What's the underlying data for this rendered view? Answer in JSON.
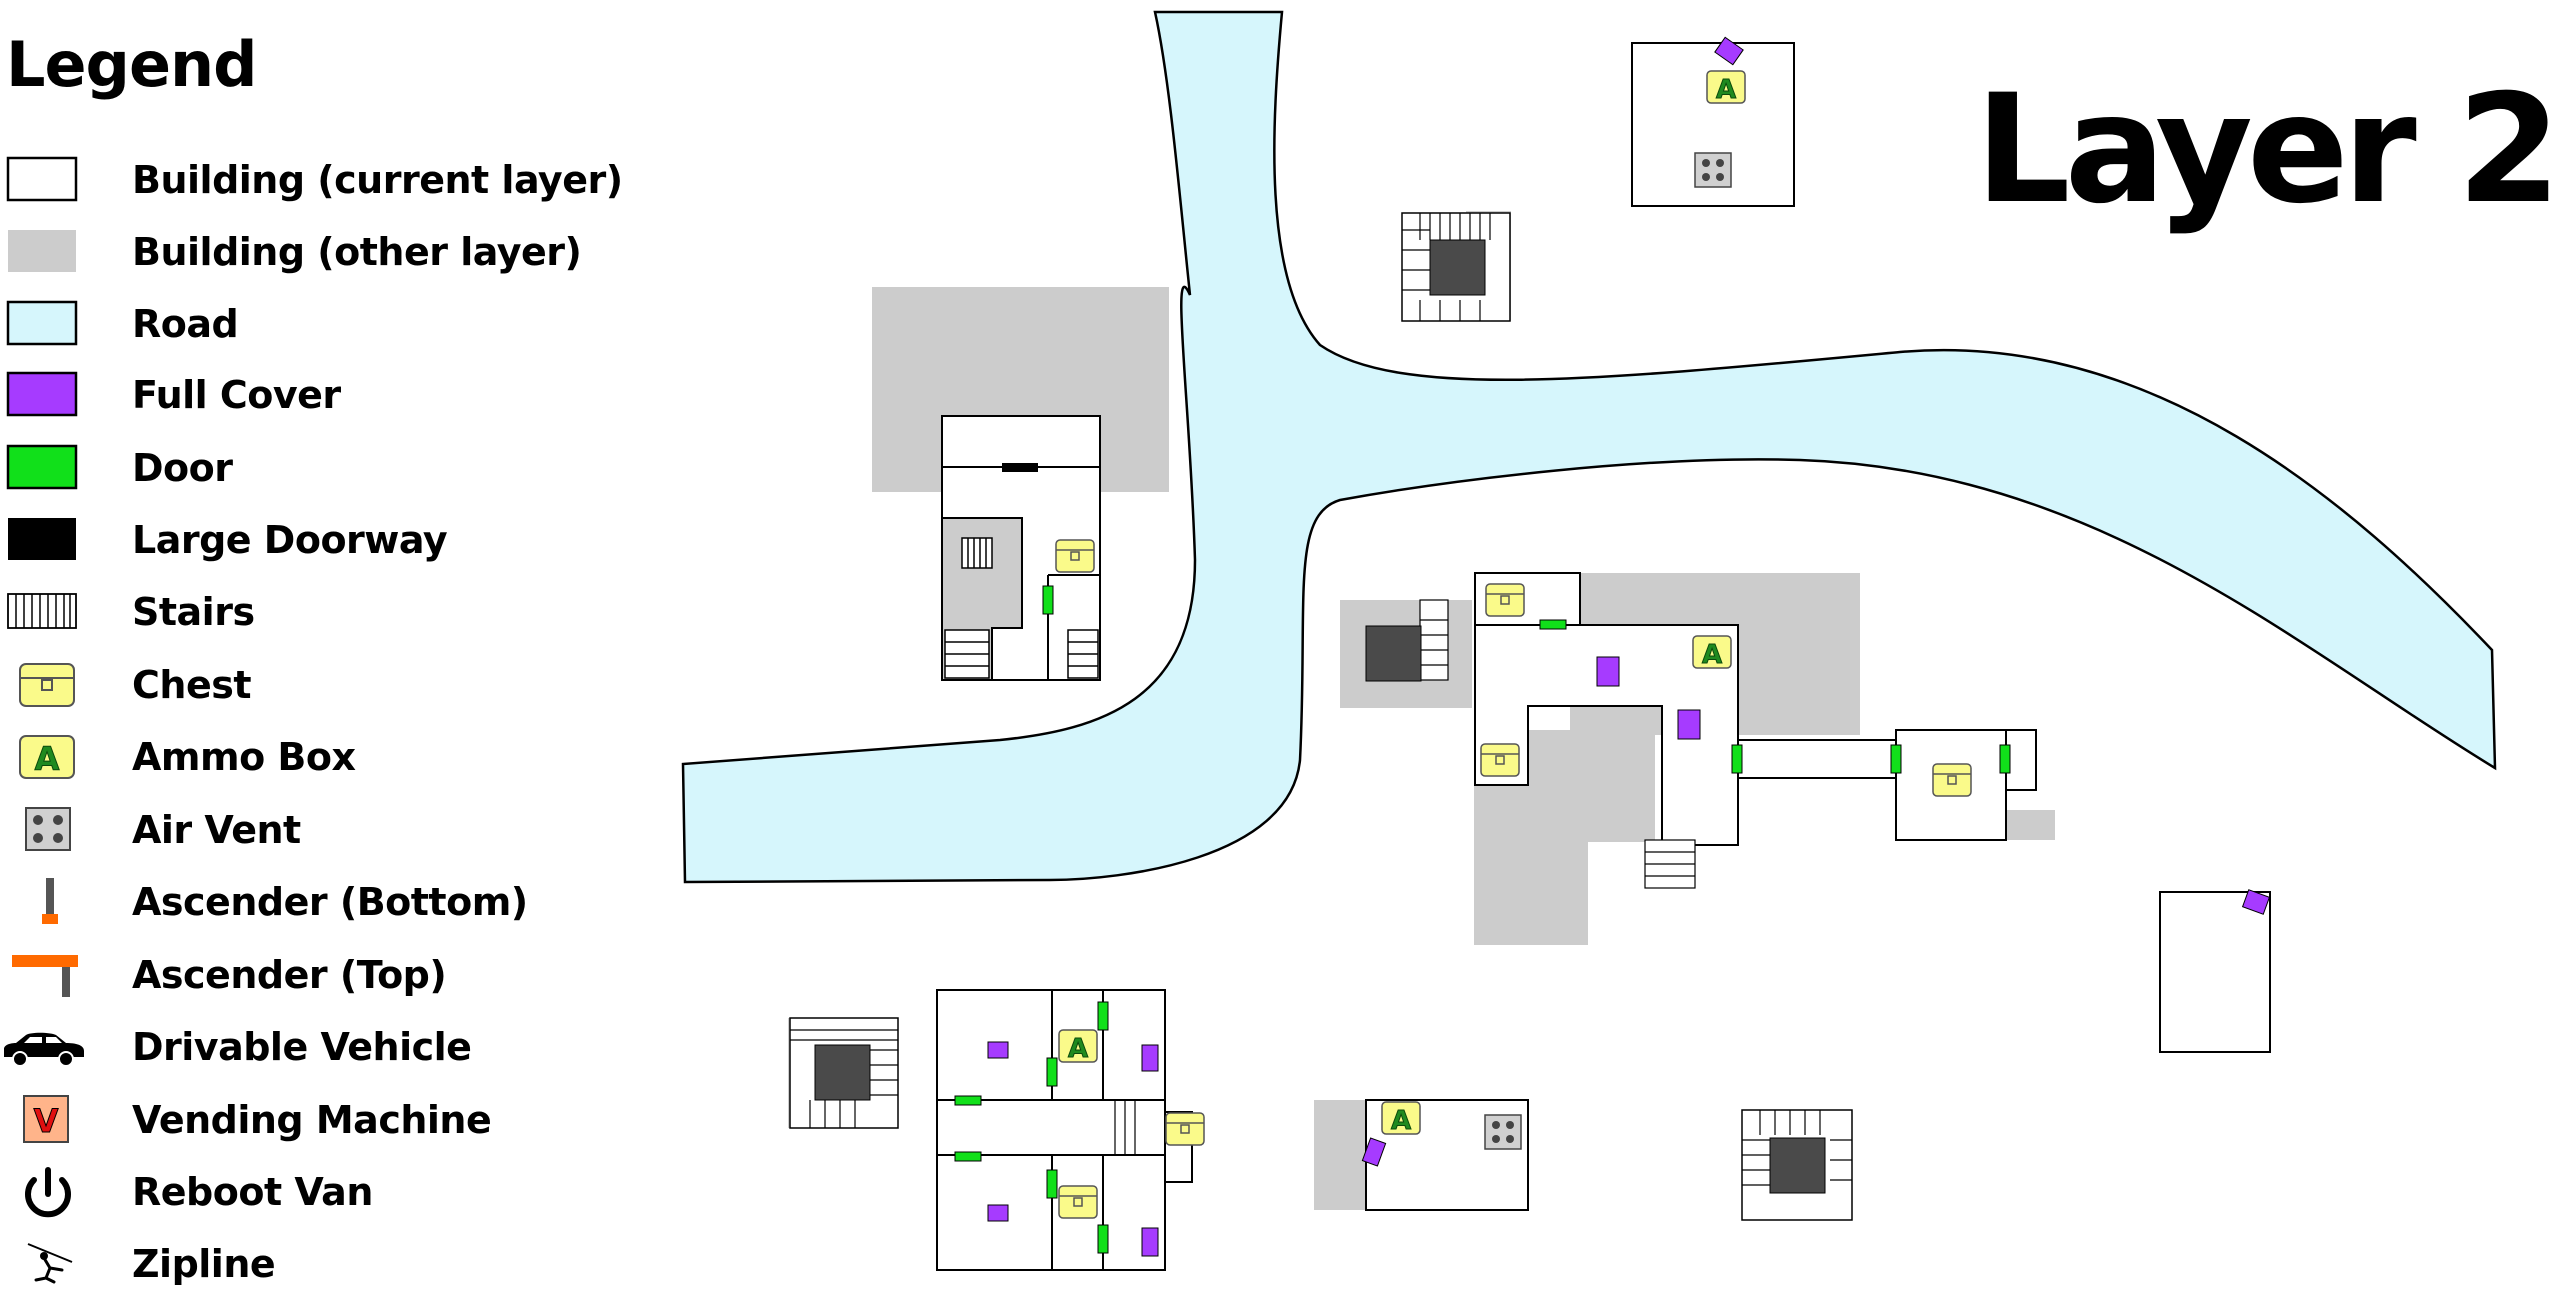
{
  "legend": {
    "title": "Legend",
    "items": [
      {
        "label": "Building (current layer)",
        "icon": "building-current-swatch"
      },
      {
        "label": "Building (other layer)",
        "icon": "building-other-swatch"
      },
      {
        "label": "Road",
        "icon": "road-swatch"
      },
      {
        "label": "Full Cover",
        "icon": "full-cover-swatch"
      },
      {
        "label": "Door",
        "icon": "door-swatch"
      },
      {
        "label": "Large Doorway",
        "icon": "large-doorway-swatch"
      },
      {
        "label": "Stairs",
        "icon": "stairs-icon"
      },
      {
        "label": "Chest",
        "icon": "chest-icon"
      },
      {
        "label": "Ammo Box",
        "icon": "ammo-box-icon"
      },
      {
        "label": "Air Vent",
        "icon": "air-vent-icon"
      },
      {
        "label": "Ascender (Bottom)",
        "icon": "ascender-bottom-icon"
      },
      {
        "label": "Ascender (Top)",
        "icon": "ascender-top-icon"
      },
      {
        "label": "Drivable Vehicle",
        "icon": "car-icon"
      },
      {
        "label": "Vending Machine",
        "icon": "vending-machine-icon"
      },
      {
        "label": "Reboot Van",
        "icon": "power-icon"
      },
      {
        "label": "Zipline",
        "icon": "zipline-icon"
      }
    ]
  },
  "layer_title": "Layer 2",
  "ammo_letter": "A",
  "vending_letter": "V",
  "colors": {
    "building_current_fill": "#ffffff",
    "building_other": "#cccccc",
    "road": "#d6f6fc",
    "full_cover": "#a63bff",
    "door": "#11e01a",
    "large_doorway": "#000000",
    "chest": "#fafa8a",
    "ammo": "#fafa8a",
    "ammo_letter": "#1f8a1f",
    "air_vent": "#d0d0d0",
    "ascender": "#ff6a00",
    "vending": "#ffb48a",
    "vending_letter": "#e01010",
    "dark_block": "#4a4a4a"
  }
}
